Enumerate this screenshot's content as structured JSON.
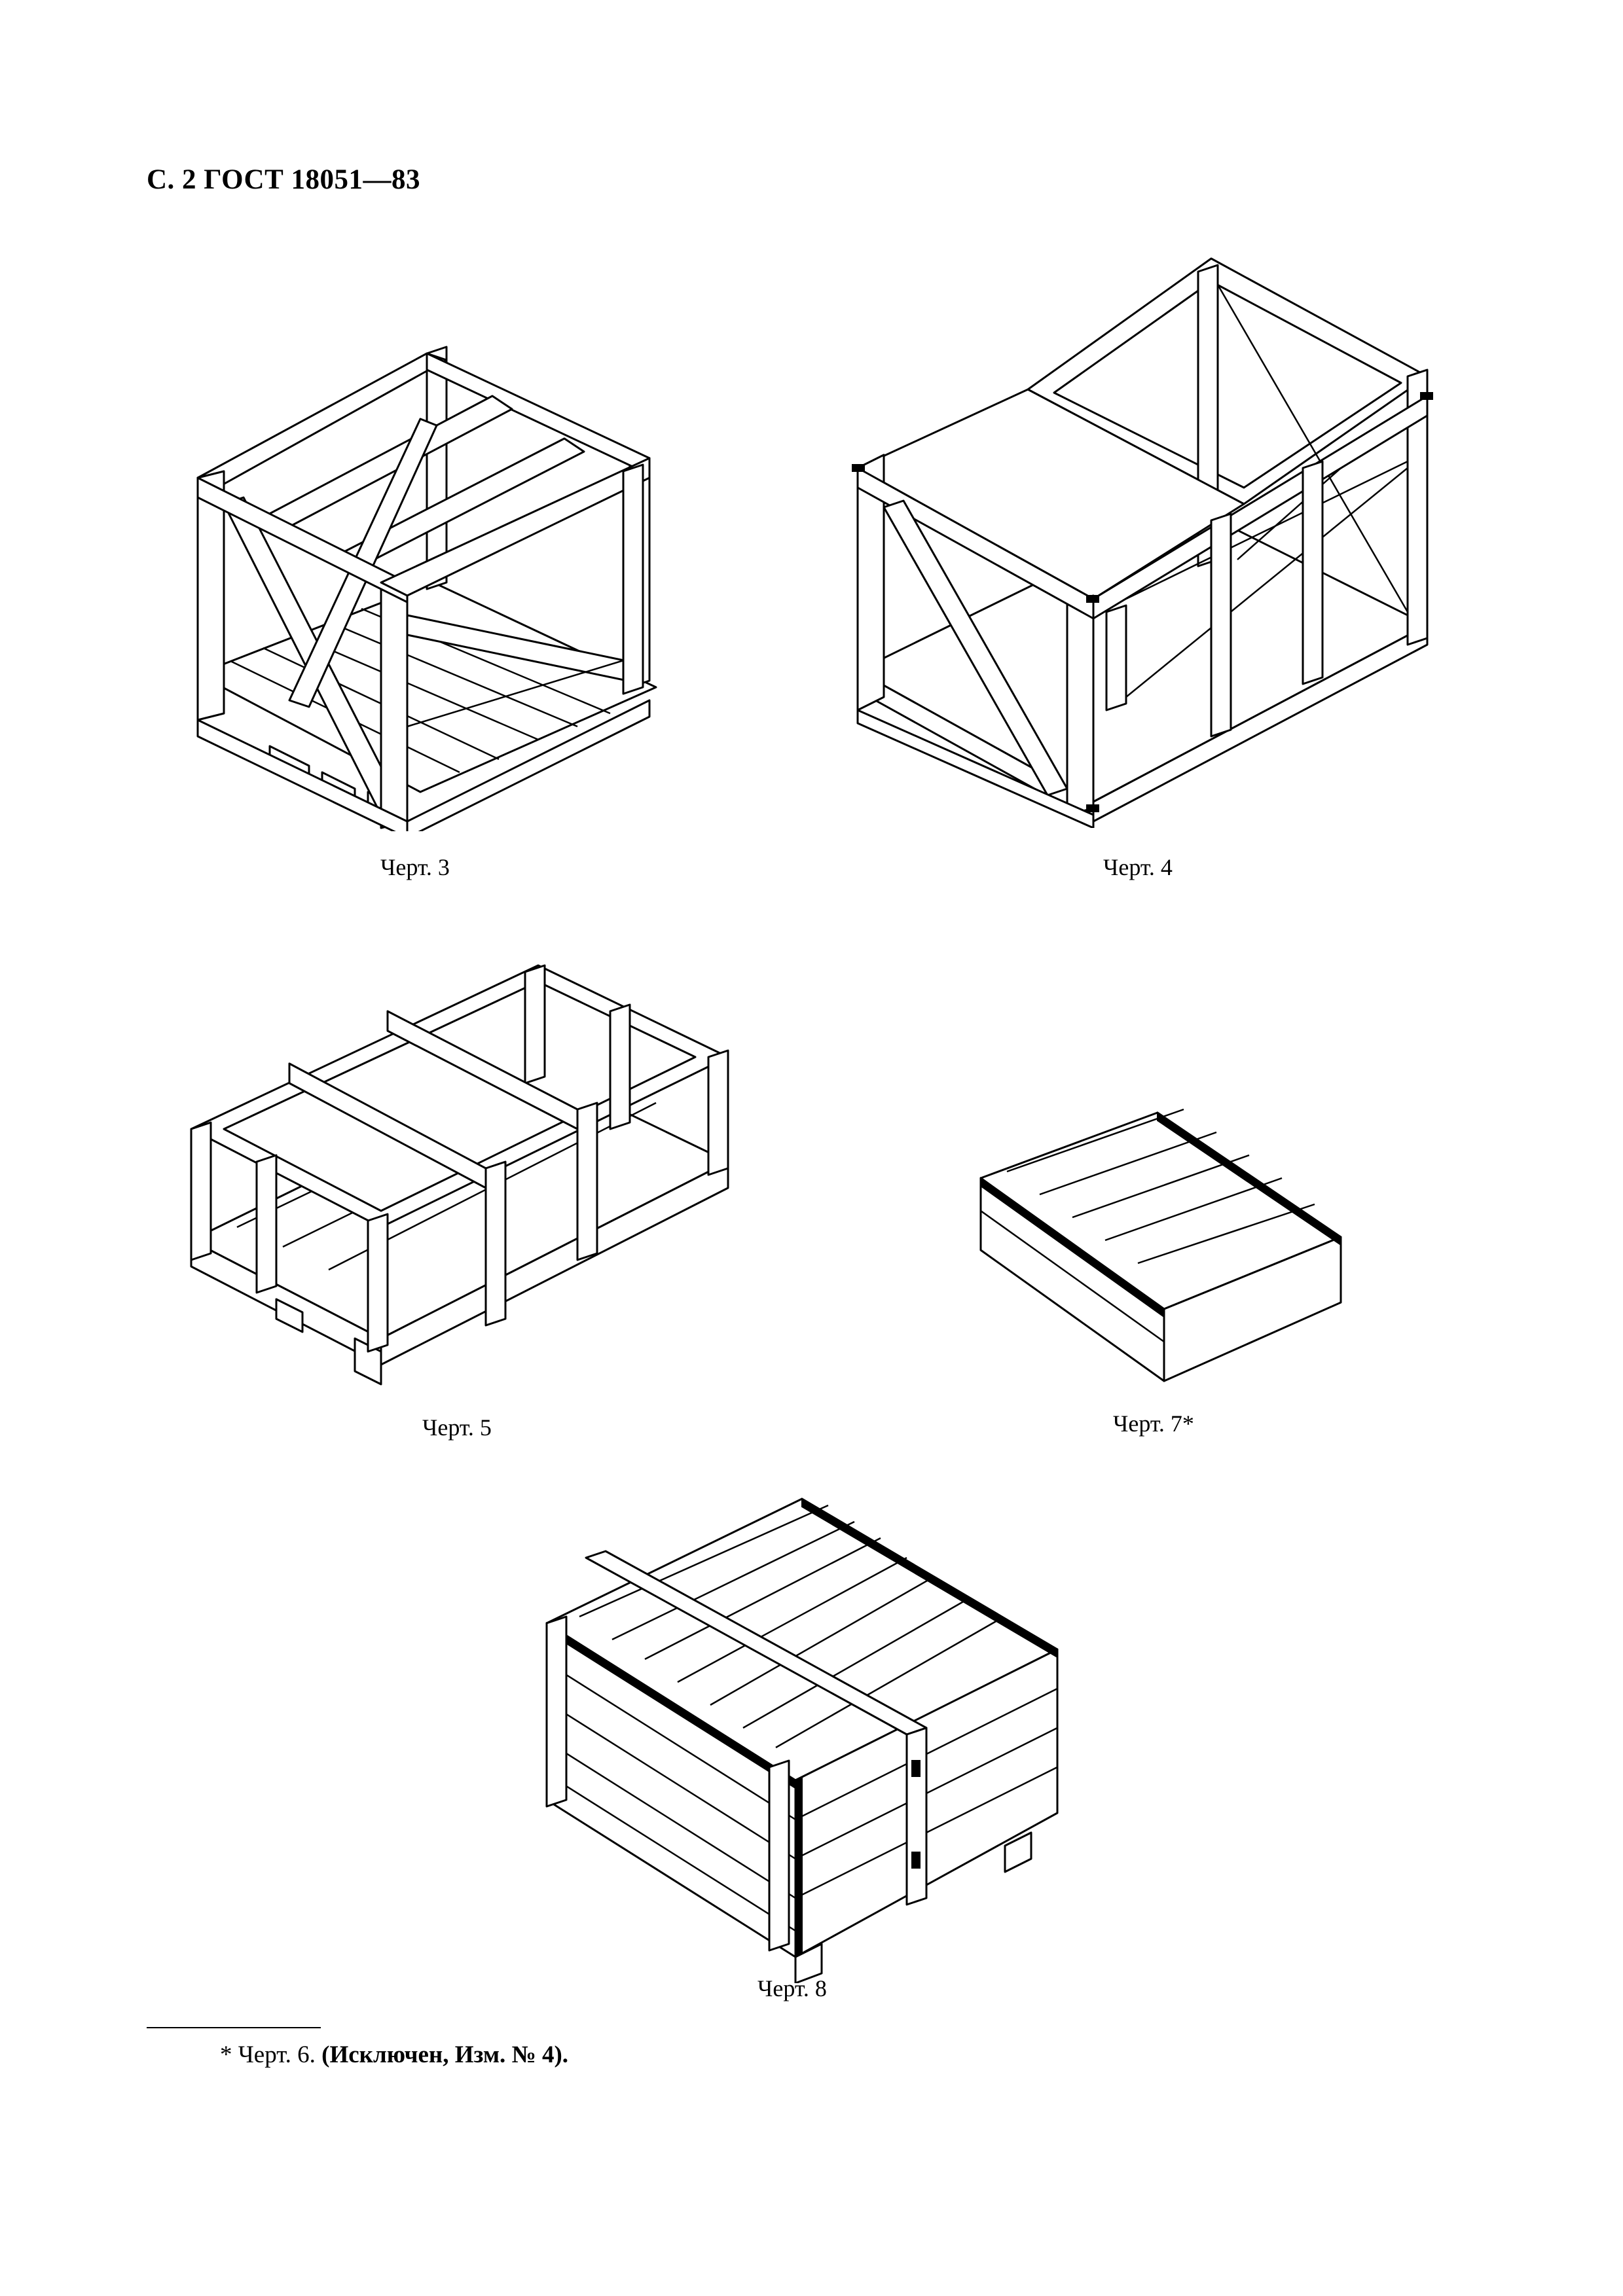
{
  "header": {
    "text": "С. 2 ГОСТ 18051—83"
  },
  "figures": [
    {
      "caption": "Черт. 3"
    },
    {
      "caption": "Черт. 4"
    },
    {
      "caption": "Черт. 5"
    },
    {
      "caption": "Черт. 7*"
    },
    {
      "caption": "Черт. 8"
    }
  ],
  "footnote": {
    "prefix": "* Черт. 6. ",
    "bold": "(Исключен, Изм. № 4)."
  }
}
